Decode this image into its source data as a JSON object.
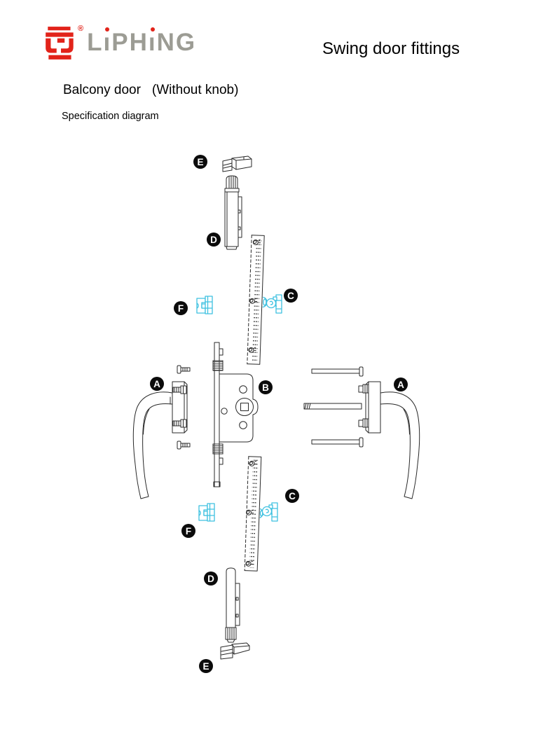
{
  "brand": {
    "logo_text": "LiPHiNG",
    "registered_mark": "®",
    "logo_color": "#9c9c94",
    "logo_accent": "#e2231a"
  },
  "header": {
    "title": "Swing door fittings"
  },
  "headings": {
    "product": "Balcony door",
    "variant": "(Without knob)",
    "subtitle": "Specification diagram"
  },
  "diagram": {
    "description": "Exploded specification diagram of balcony door swing fittings without knob",
    "accent_color": "#3ec1e0",
    "line_color": "#282828",
    "labels": [
      {
        "letter": "E",
        "position": "top"
      },
      {
        "letter": "D",
        "position": "upper"
      },
      {
        "letter": "F",
        "position": "upper-left"
      },
      {
        "letter": "C",
        "position": "upper-right"
      },
      {
        "letter": "A",
        "position": "left-handle"
      },
      {
        "letter": "B",
        "position": "center-lock"
      },
      {
        "letter": "A",
        "position": "right-handle"
      },
      {
        "letter": "C",
        "position": "lower-right"
      },
      {
        "letter": "F",
        "position": "lower-left"
      },
      {
        "letter": "D",
        "position": "lower"
      },
      {
        "letter": "E",
        "position": "bottom"
      }
    ]
  }
}
